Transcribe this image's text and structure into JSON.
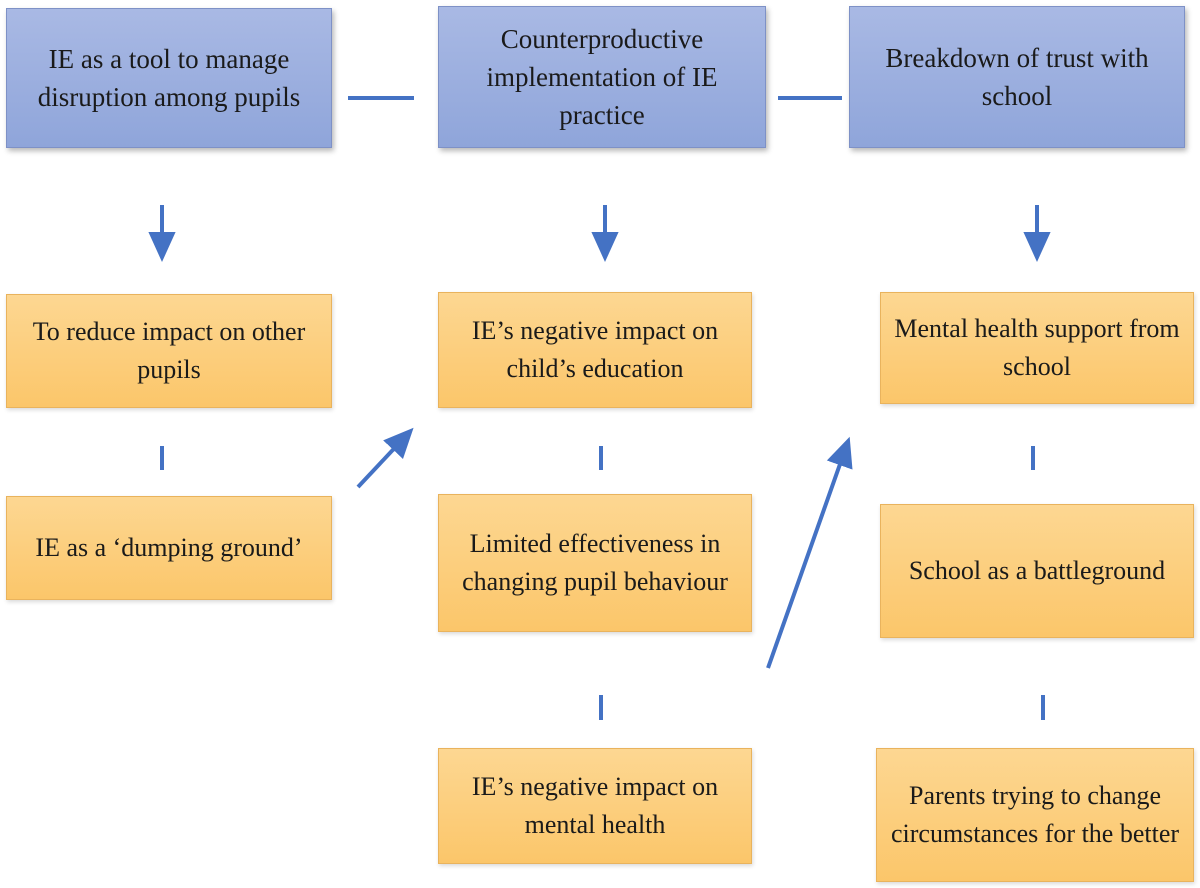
{
  "themes": [
    {
      "id": "theme-management",
      "label": "IE as a tool to manage disruption among pupils"
    },
    {
      "id": "theme-counterproductive",
      "label": "Counterproductive implementation of IE practice"
    },
    {
      "id": "theme-trust",
      "label": "Breakdown of trust with school"
    }
  ],
  "subthemes": {
    "col1": [
      "To reduce impact on other pupils",
      "IE as a ‘dumping ground’"
    ],
    "col2": [
      "IE’s negative impact on child’s education",
      "Limited effectiveness in changing pupil behaviour",
      "IE’s negative impact on mental health"
    ],
    "col3": [
      "Mental health support from school",
      "School as a battleground",
      "Parents trying to change circumstances for the better"
    ]
  },
  "colors": {
    "theme_fill": "#8fa5da",
    "subtheme_fill": "#fbc66a",
    "connector": "#4472c4"
  }
}
